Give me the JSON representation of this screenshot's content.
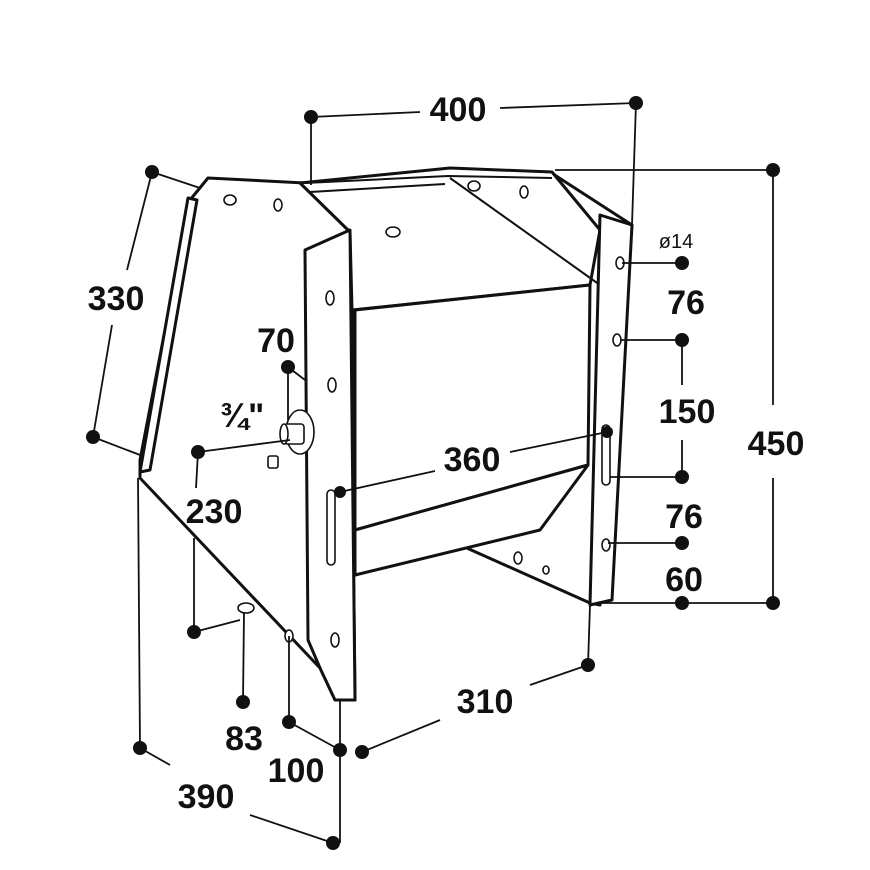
{
  "dimensions": {
    "width_top": "400",
    "height_total": "450",
    "side_top": "330",
    "bottom_left": "390",
    "bottom_right": "310",
    "inner_width": "360",
    "inlet_offset": "70",
    "inlet_size": "¾\"",
    "inlet_height": "230",
    "hole_83": "83",
    "hole_100": "100",
    "hole_diameter": "ø14",
    "hole_spacing_top": "76",
    "hole_spacing_mid": "150",
    "hole_spacing_bottom": "76",
    "hole_bottom_offset": "60"
  }
}
